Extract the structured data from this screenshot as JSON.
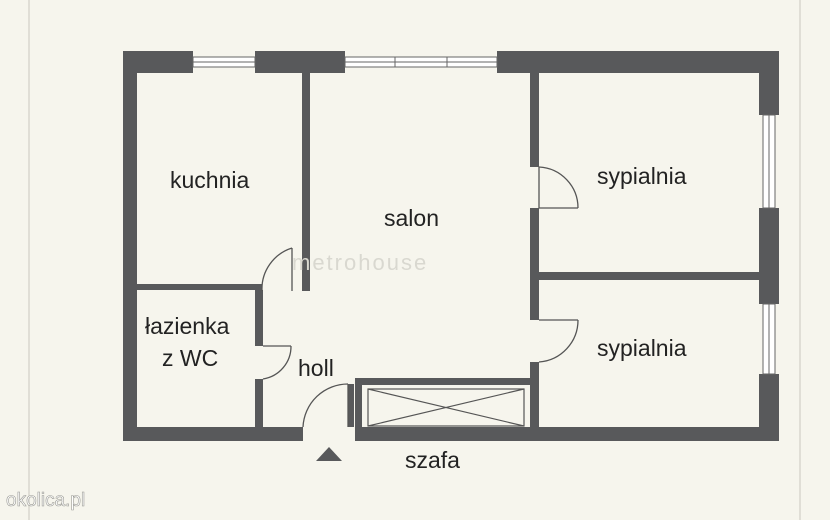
{
  "plan": {
    "rooms": {
      "kitchen": "kuchnia",
      "living_room": "salon",
      "bedroom_top": "sypialnia",
      "bedroom_bottom": "sypialnia",
      "bathroom_line1": "łazienka",
      "bathroom_line2": "z WC",
      "hall": "holl",
      "wardrobe": "szafa"
    },
    "watermark": "metrohouse",
    "site_mark": "okolica.pl"
  },
  "colors": {
    "background": "#f6f5ed",
    "wall": "#58595b",
    "line": "#555555",
    "text": "#222222"
  }
}
